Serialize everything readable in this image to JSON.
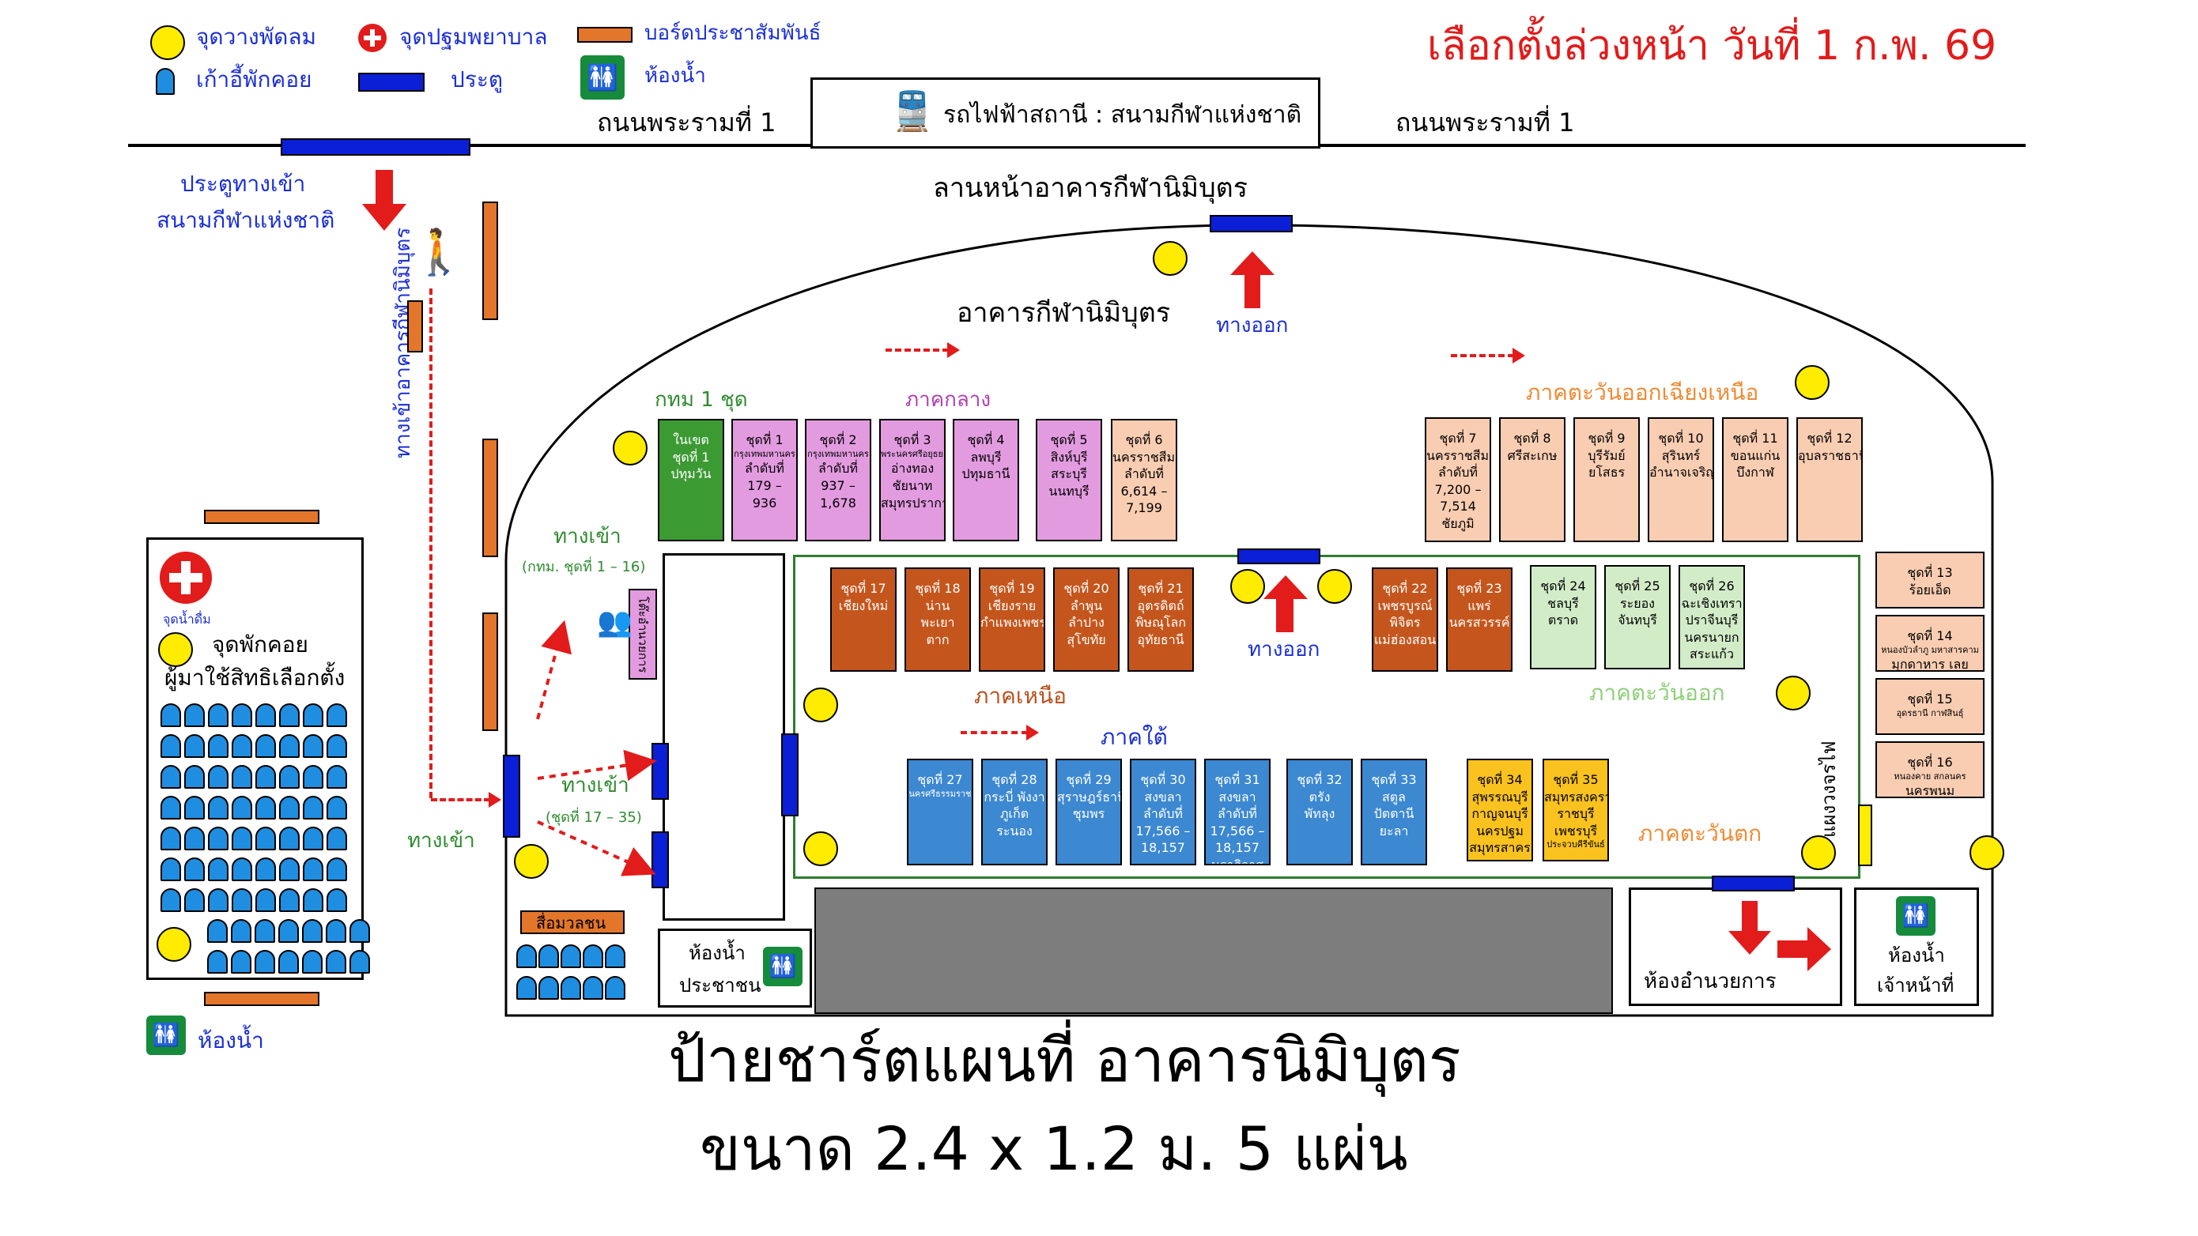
{
  "title": "เลือกตั้งล่วงหน้า วันที่ 1 ก.พ. 69",
  "legend": {
    "fan": "จุดวางพัดลม",
    "first_aid": "จุดปฐมพยาบาล",
    "board": "บอร์ดประชาสัมพันธ์",
    "seat": "เก้าอี้พักคอย",
    "gate": "ประตู",
    "restroom": "ห้องน้ำ"
  },
  "roads": {
    "left": "ถนนพระรามที่ 1",
    "right": "ถนนพระรามที่ 1",
    "station": "รถไฟฟ้าสถานี : สนามกีฬาแห่งชาติ"
  },
  "labels": {
    "entrance_gate": "ประตูทางเข้า",
    "entrance_gate_sub": "สนามกีฬาแห่งชาติ",
    "forecourt": "ลานหน้าอาคารกีฬานิมิบุตร",
    "building": "อาคารกีฬานิมิบุตร",
    "exit_top": "ทางออก",
    "exit_center": "ทางออก",
    "walkway": "ทางเข้าอาคารกีฬานิมิบุตร",
    "entrance_outer": "ทางเข้า",
    "entrance1": "ทางเข้า",
    "entrance1_sub": "(กทม. ชุดที่ 1 – 16)",
    "entrance2": "ทางเข้า",
    "entrance2_sub": "(ชุดที่ 17 – 35)",
    "info_desk": "โต๊ะอำนวยการ",
    "media": "สื่อมวลชน",
    "restroom_public": "ห้องน้ำ",
    "restroom_public2": "ประชาชน",
    "control_room": "ห้องอำนวยการ",
    "restroom_staff": "ห้องน้ำ",
    "restroom_staff2": "เจ้าหน้าที่",
    "generator": "แผงวงจรไฟ",
    "waiting_area_title": "จุดพักคอย",
    "waiting_area_sub": "ผู้มาใช้สิทธิเลือกตั้ง",
    "drinking_water": "จุดน้ำดื่ม",
    "restroom_left": "ห้องน้ำ"
  },
  "regions": {
    "bkk": "กทม 1 ชุด",
    "central": "ภาคกลาง",
    "northeast": "ภาคตะวันออกเฉียงเหนือ",
    "north": "ภาคเหนือ",
    "south": "ภาคใต้",
    "east": "ภาคตะวันออก",
    "west": "ภาคตะวันตก"
  },
  "colors": {
    "bkk": "#3c9a33",
    "central": "#e39be0",
    "northeast": "#f9cdb2",
    "north": "#c4561d",
    "south": "#3c88d1",
    "east": "#d3ecc8",
    "west": "#f9c21e",
    "gate": "#0b1fd6",
    "board": "#e3762a",
    "fan": "#ffec00",
    "title_red": "#e21b1b",
    "label_blue": "#1a2fd6"
  },
  "booths": {
    "central": [
      {
        "lines": [
          "ในเขต",
          "ชุดที่ 1",
          "ปทุมวัน"
        ]
      },
      {
        "lines": [
          "ชุดที่ 1",
          "กรุงเทพมหานคร",
          "ลำดับที่",
          "179 –",
          "936"
        ]
      },
      {
        "lines": [
          "ชุดที่ 2",
          "กรุงเทพมหานคร",
          "ลำดับที่",
          "937 –",
          "1,678"
        ]
      },
      {
        "lines": [
          "ชุดที่ 3",
          "พระนครศรีอยุธยา",
          "อ่างทอง",
          "ชัยนาท",
          "สมุทรปราการ"
        ]
      },
      {
        "lines": [
          "ชุดที่ 4",
          "ลพบุรี",
          "ปทุมธานี"
        ]
      },
      {
        "lines": [
          "ชุดที่ 5",
          "สิงห์บุรี",
          "สระบุรี",
          "นนทบุรี"
        ]
      },
      {
        "lines": [
          "ชุดที่ 6",
          "นครราชสีมา",
          "ลำดับที่",
          "6,614 –",
          "7,199"
        ]
      }
    ],
    "northeast": [
      {
        "lines": [
          "ชุดที่ 7",
          "นครราชสีมา",
          "ลำดับที่",
          "7,200 –",
          "7,514",
          "ชัยภูมิ"
        ]
      },
      {
        "lines": [
          "ชุดที่ 8",
          "ศรีสะเกษ"
        ]
      },
      {
        "lines": [
          "ชุดที่ 9",
          "บุรีรัมย์",
          "ยโสธร"
        ]
      },
      {
        "lines": [
          "ชุดที่ 10",
          "สุรินทร์",
          "อำนาจเจริญ"
        ]
      },
      {
        "lines": [
          "ชุดที่ 11",
          "ขอนแก่น",
          "บึงกาฬ"
        ]
      },
      {
        "lines": [
          "ชุดที่ 12",
          "อุบลราชธานี"
        ]
      }
    ],
    "northeast_side": [
      {
        "lines": [
          "ชุดที่ 13",
          "ร้อยเอ็ด"
        ]
      },
      {
        "lines": [
          "ชุดที่ 14",
          "หนองบัวลำภู มหาสารคาม",
          "มุกดาหาร เลย"
        ]
      },
      {
        "lines": [
          "ชุดที่ 15",
          "อุดรธานี กาฬสินธุ์"
        ]
      },
      {
        "lines": [
          "ชุดที่ 16",
          "หนองคาย สกลนคร",
          "นครพนม"
        ]
      }
    ],
    "north": [
      {
        "lines": [
          "ชุดที่ 17",
          "เชียงใหม่"
        ]
      },
      {
        "lines": [
          "ชุดที่ 18",
          "น่าน",
          "พะเยา",
          "ตาก"
        ]
      },
      {
        "lines": [
          "ชุดที่ 19",
          "เชียงราย",
          "กำแพงเพชร"
        ]
      },
      {
        "lines": [
          "ชุดที่ 20",
          "ลำพูน",
          "ลำปาง",
          "สุโขทัย"
        ]
      },
      {
        "lines": [
          "ชุดที่ 21",
          "อุตรดิตถ์",
          "พิษณุโลก",
          "อุทัยธานี"
        ]
      },
      {
        "lines": [
          "ชุดที่ 22",
          "เพชรบูรณ์",
          "พิจิตร",
          "แม่ฮ่องสอน"
        ]
      },
      {
        "lines": [
          "ชุดที่ 23",
          "แพร่",
          "นครสวรรค์"
        ]
      }
    ],
    "east": [
      {
        "lines": [
          "ชุดที่ 24",
          "ชลบุรี",
          "ตราด"
        ]
      },
      {
        "lines": [
          "ชุดที่ 25",
          "ระยอง",
          "จันทบุรี"
        ]
      },
      {
        "lines": [
          "ชุดที่ 26",
          "ฉะเชิงเทรา",
          "ปราจีนบุรี",
          "นครนายก",
          "สระแก้ว"
        ]
      }
    ],
    "south": [
      {
        "lines": [
          "ชุดที่ 27",
          "นครศรีธรรมราช"
        ]
      },
      {
        "lines": [
          "ชุดที่ 28",
          "กระบี่ พังงา",
          "ภูเก็ต",
          "ระนอง"
        ]
      },
      {
        "lines": [
          "ชุดที่ 29",
          "สุราษฎร์ธานี",
          "ชุมพร"
        ]
      },
      {
        "lines": [
          "ชุดที่ 30",
          "สงขลา",
          "ลำดับที่",
          "17,566 –",
          "18,157"
        ]
      },
      {
        "lines": [
          "ชุดที่ 31",
          "สงขลา",
          "ลำดับที่",
          "17,566 –",
          "18,157",
          "นราธิวาส"
        ]
      },
      {
        "lines": [
          "ชุดที่ 32",
          "ตรัง",
          "พัทลุง"
        ]
      },
      {
        "lines": [
          "ชุดที่ 33",
          "สตูล",
          "ปัตตานี",
          "ยะลา"
        ]
      }
    ],
    "west": [
      {
        "lines": [
          "ชุดที่ 34",
          "สุพรรณบุรี",
          "กาญจนบุรี",
          "นครปฐม",
          "สมุทรสาคร"
        ]
      },
      {
        "lines": [
          "ชุดที่ 35",
          "สมุทรสงคราม",
          "ราชบุรี",
          "เพชรบุรี",
          "ประจวบคีรีขันธ์"
        ]
      }
    ]
  },
  "caption_line1": "ป้ายชาร์ตแผนที่ อาคารนิมิบุตร",
  "caption_line2": "ขนาด 2.4 x 1.2 ม.  5 แผ่น"
}
